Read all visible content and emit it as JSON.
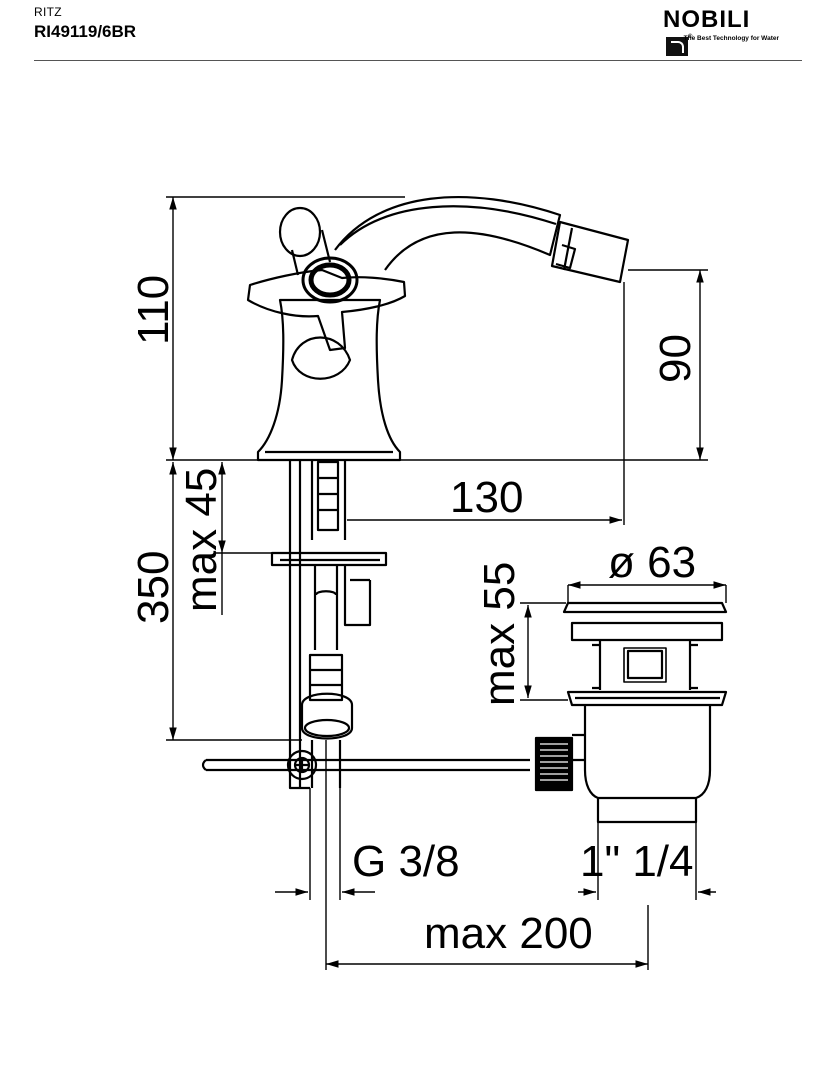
{
  "header": {
    "series": "RITZ",
    "product_code": "RI49119/6BR",
    "brand": "NOBILI",
    "tagline": "The Best Technology for Water"
  },
  "dimensions": {
    "height_total": "110",
    "spout_height": "90",
    "spout_reach": "130",
    "shank_length": "350",
    "max_thickness": "max 45",
    "waste_diameter": "ø 63",
    "waste_height": "max 55",
    "connection": "G 3/8",
    "waste_thread": "1\" 1/4",
    "max_distance": "max 200"
  },
  "colors": {
    "line": "#000000",
    "background": "#ffffff"
  }
}
